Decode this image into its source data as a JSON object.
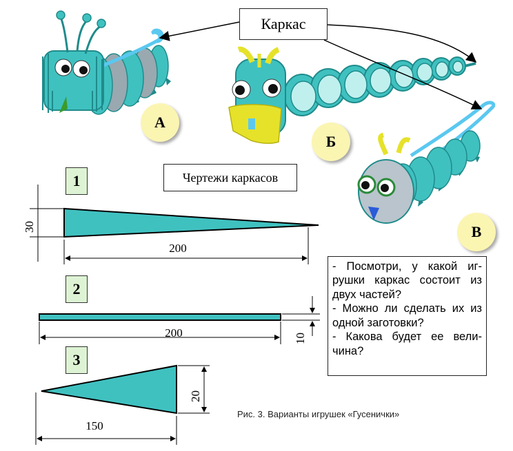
{
  "callout_label": "Каркас",
  "drawings_label": "Чертежи каркасов",
  "toy_labels": [
    "А",
    "Б",
    "В"
  ],
  "drawing_numbers": [
    "1",
    "2",
    "3"
  ],
  "dimensions": {
    "d1_height": "30",
    "d1_length": "200",
    "d2_length": "200",
    "d2_height": "10",
    "d3_length": "150",
    "d3_height": "20"
  },
  "questions": [
    "- Посмотри, у какой иг-рушки каркас состоит из двух частей?",
    "- Можно ли сделать их из одной заготовки?",
    "- Какова будет ее вели-чина?"
  ],
  "caption": "Рис. 3. Варианты игрушек «Гусенички»",
  "colors": {
    "teal": "#3fc1c0",
    "dark_teal": "#1f8b8b",
    "green_box": "#ddf3d4",
    "yellow_circle": "#fbf5b2",
    "blue_frame": "#5ac8f0",
    "yellow_antenna": "#e6e22a"
  }
}
